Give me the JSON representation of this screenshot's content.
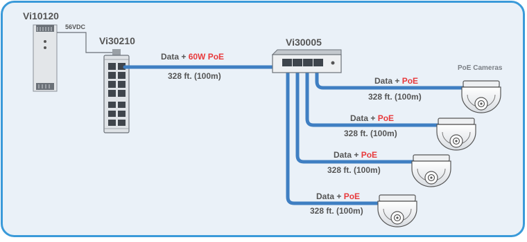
{
  "devices": {
    "psu_label": "Vi10120",
    "psu_voltage": "56VDC",
    "switch_label": "Vi30210",
    "injector_label": "Vi30005",
    "cameras_label": "PoE Cameras"
  },
  "links": {
    "main": {
      "data_text": "Data + ",
      "poe_text": "60W PoE",
      "distance": "328 ft. (100m)"
    },
    "cam1": {
      "data_text": "Data + ",
      "poe_text": "PoE",
      "distance": "328 ft. (100m)"
    },
    "cam2": {
      "data_text": "Data + ",
      "poe_text": "PoE",
      "distance": "328 ft. (100m)"
    },
    "cam3": {
      "data_text": "Data + ",
      "poe_text": "PoE",
      "distance": "328 ft. (100m)"
    },
    "cam4": {
      "data_text": "Data + ",
      "poe_text": "PoE",
      "distance": "328 ft. (100m)"
    }
  },
  "colors": {
    "frame": "#3a9ad9",
    "background": "#eaf1f8",
    "cable": "#3f7fc2",
    "text": "#555555",
    "poe_accent": "#e8393b"
  }
}
